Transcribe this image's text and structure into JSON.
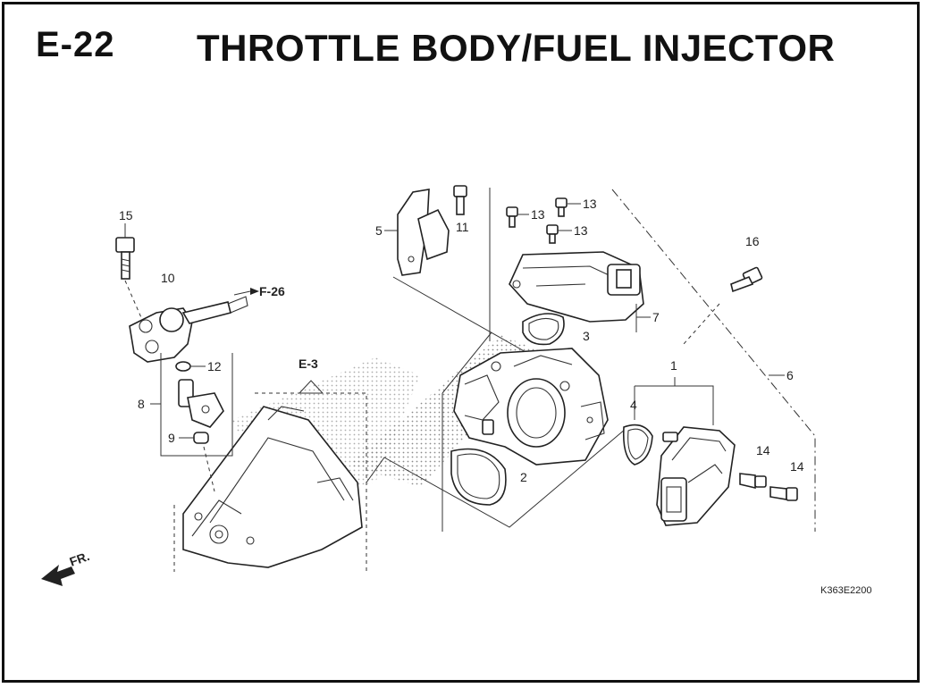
{
  "header": {
    "code": "E-22",
    "title": "THROTTLE BODY/FUEL INJECTOR"
  },
  "callouts": {
    "c1": "1",
    "c2": "2",
    "c3": "3",
    "c4": "4",
    "c5": "5",
    "c6": "6",
    "c7": "7",
    "c8": "8",
    "c9": "9",
    "c10": "10",
    "c11": "11",
    "c12": "12",
    "c13a": "13",
    "c13b": "13",
    "c13c": "13",
    "c14a": "14",
    "c14b": "14",
    "c15": "15",
    "c16": "16"
  },
  "references": {
    "f26": "F-26",
    "e3": "E-3",
    "fr": "FR."
  },
  "diagram_code": "K363E2200"
}
